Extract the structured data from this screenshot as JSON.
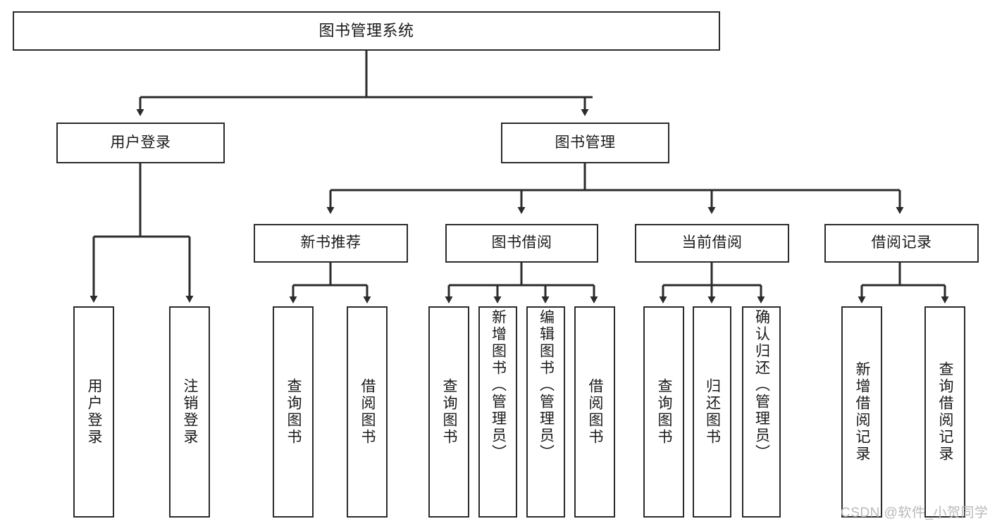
{
  "diagram": {
    "title": "图书管理系统",
    "watermark": "CSDN @软件_小贺同学",
    "colors": {
      "background": "#ffffff",
      "border": "#2b2b2b",
      "text": "#1a1a1a",
      "connector": "#2b2b2b",
      "watermark": "#b9b9b9"
    },
    "root": {
      "label": "图书管理系统"
    },
    "level2": [
      {
        "label": "用户登录"
      },
      {
        "label": "图书管理"
      }
    ],
    "level3": [
      {
        "label": "新书推荐"
      },
      {
        "label": "图书借阅"
      },
      {
        "label": "当前借阅"
      },
      {
        "label": "借阅记录"
      }
    ],
    "leaves": {
      "user_login": [
        {
          "label": "用户登录"
        },
        {
          "label": "注销登录"
        }
      ],
      "new_book_recommend": [
        {
          "label": "查询图书"
        },
        {
          "label": "借阅图书"
        }
      ],
      "book_borrow": [
        {
          "label": "查询图书"
        },
        {
          "label": "新增图书（管理员）"
        },
        {
          "label": "编辑图书（管理员）"
        },
        {
          "label": "借阅图书"
        }
      ],
      "current_borrow": [
        {
          "label": "查询图书"
        },
        {
          "label": "归还图书"
        },
        {
          "label": "确认归还（管理员）"
        }
      ],
      "borrow_record": [
        {
          "label": "新增借阅记录"
        },
        {
          "label": "查询借阅记录"
        }
      ]
    }
  }
}
